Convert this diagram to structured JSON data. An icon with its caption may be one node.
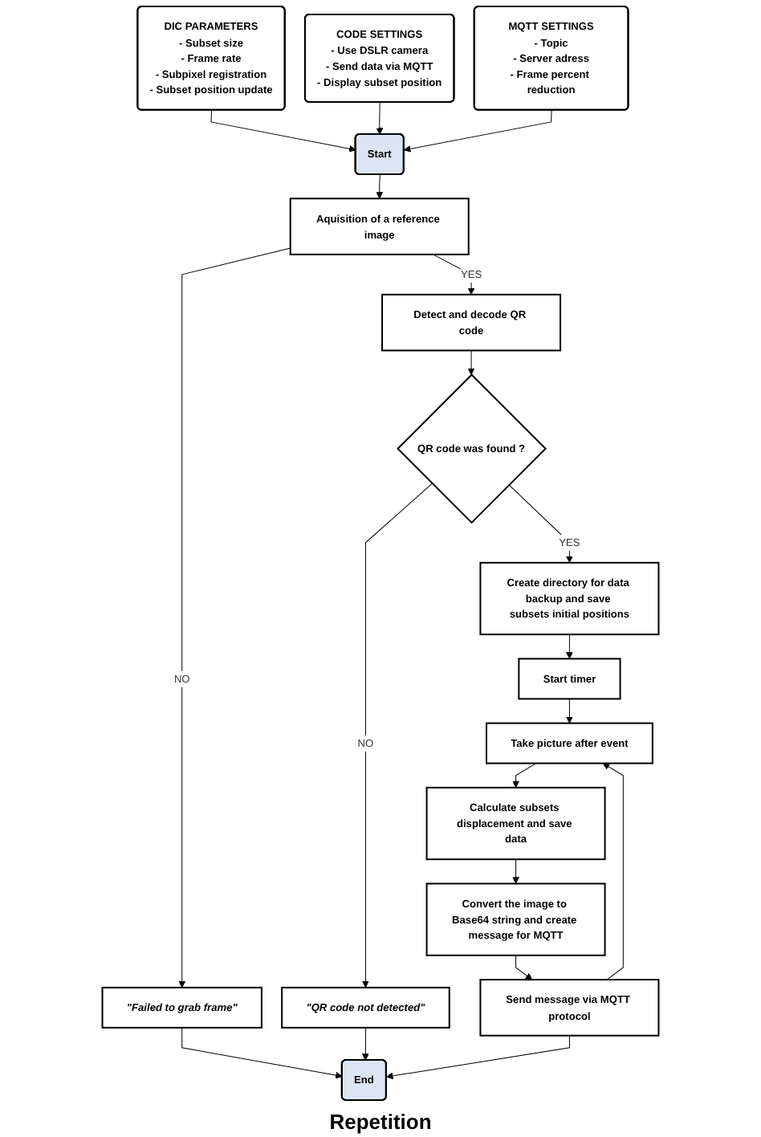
{
  "diagram": {
    "nodes": [
      {
        "text": [
          "DIC PARAMETERS",
          "- Subset size",
          "- Frame rate",
          "- Subpixel registration",
          "- Subset position update"
        ]
      },
      {
        "text": [
          "CODE SETTINGS",
          "- Use DSLR camera",
          "- Send data via MQTT",
          "- Display subset position"
        ]
      },
      {
        "text": [
          "MQTT SETTINGS",
          "- Topic",
          "- Server adress",
          "- Frame percent reduction"
        ]
      },
      {
        "text": [
          "Start"
        ]
      },
      {
        "text": [
          "Aquisition of a reference image"
        ]
      },
      {
        "text": [
          "\"Failed to grab frame\""
        ]
      },
      {
        "text": [
          "Detect and decode QR code"
        ]
      },
      {
        "text": [
          "QR code was found ?"
        ]
      },
      {
        "text": [
          "\"QR code not detected\""
        ]
      },
      {
        "text": [
          "Create directory for data backup and save subsets initial positions"
        ]
      },
      {
        "text": [
          "Start timer"
        ]
      },
      {
        "text": [
          "End"
        ]
      },
      {
        "text": [
          "Take picture after event"
        ]
      },
      {
        "text": [
          "Calculate subsets displacement and save data"
        ]
      },
      {
        "text": [
          "Convert the image to Base64 string and create message for MQTT"
        ]
      },
      {
        "text": [
          "Send message via MQTT protocol"
        ]
      }
    ],
    "edges": [
      {
        "from": 0,
        "to": 3,
        "arrow": "to"
      },
      {
        "from": 1,
        "to": 3,
        "arrow": "to"
      },
      {
        "from": 2,
        "to": 3,
        "arrow": "to"
      },
      {
        "from": 3,
        "to": 4,
        "arrow": "to"
      },
      {
        "from": 4,
        "to": 5,
        "arrow": "to",
        "label": "NO"
      },
      {
        "from": 4,
        "to": 6,
        "arrow": "to",
        "label": "YES"
      },
      {
        "from": 6,
        "to": 7,
        "arrow": "to"
      },
      {
        "from": 7,
        "to": 8,
        "arrow": "to",
        "label": "NO"
      },
      {
        "from": 7,
        "to": 9,
        "arrow": "to",
        "label": "YES"
      },
      {
        "from": 9,
        "to": 10,
        "arrow": "to"
      },
      {
        "from": 5,
        "to": 11,
        "arrow": "to"
      },
      {
        "from": 8,
        "to": 11,
        "arrow": "to"
      },
      {
        "from": 10,
        "to": 12,
        "arrow": "to"
      },
      {
        "from": 12,
        "to": 13,
        "arrow": "to"
      },
      {
        "from": 13,
        "to": 14,
        "arrow": "to"
      },
      {
        "from": 14,
        "to": 15,
        "arrow": "to"
      },
      {
        "from": 15,
        "to": 12,
        "arrow": "to"
      },
      {
        "from": 15,
        "to": 11,
        "arrow": "to"
      }
    ],
    "labels": [
      "Repetition"
    ]
  }
}
